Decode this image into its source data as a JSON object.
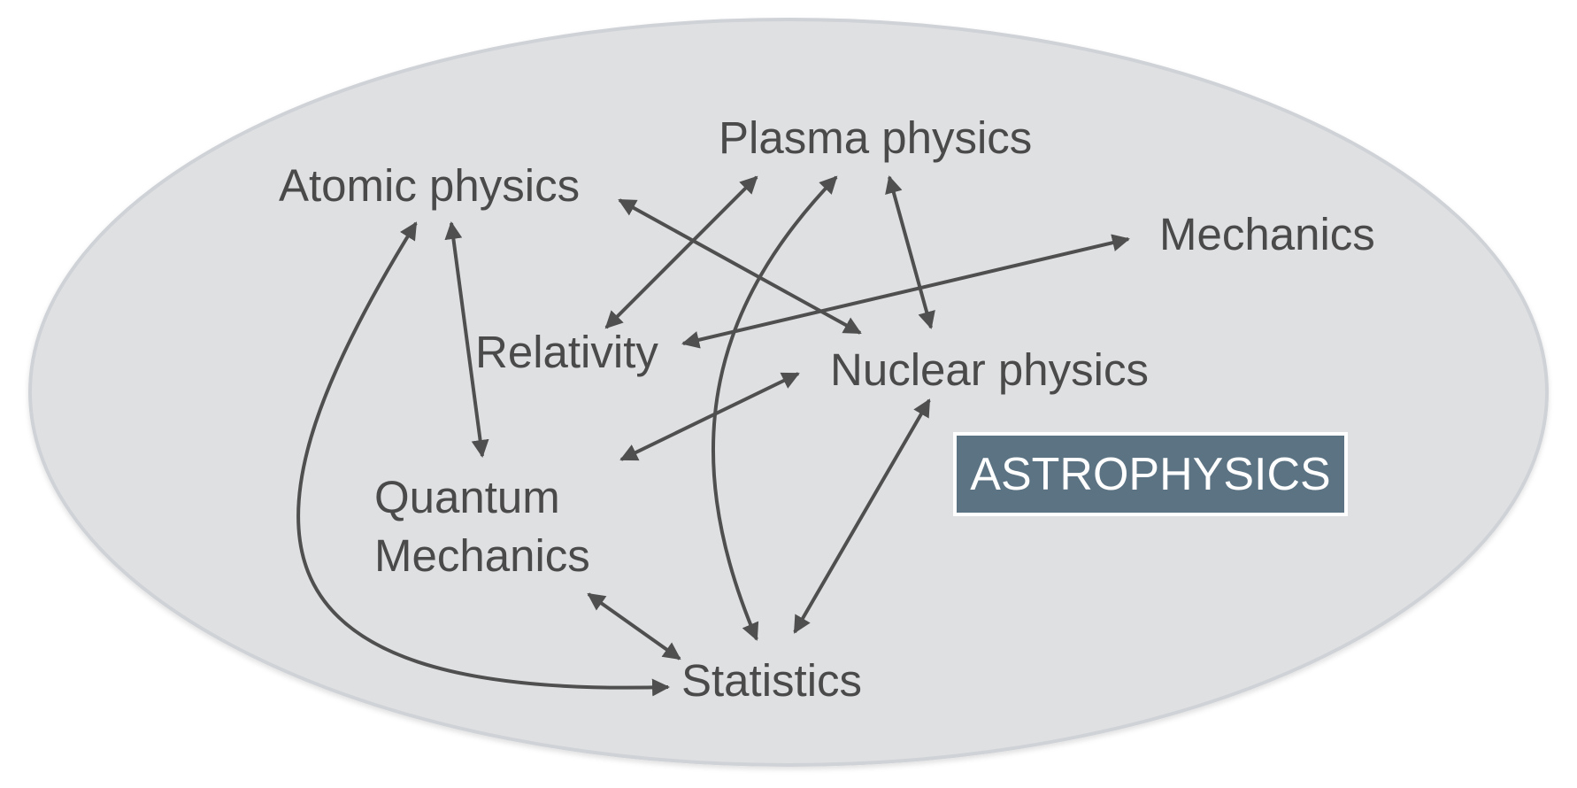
{
  "nodes": {
    "atomic_physics": "Atomic physics",
    "plasma_physics": "Plasma physics",
    "mechanics": "Mechanics",
    "relativity": "Relativity",
    "nuclear_physics": "Nuclear physics",
    "quantum_mechanics_line1": "Quantum",
    "quantum_mechanics_line2": "Mechanics",
    "statistics": "Statistics"
  },
  "title_box": {
    "label": "ASTROPHYSICS"
  },
  "edges": [
    {
      "from": "Plasma physics",
      "to": "Relativity",
      "direction": "both"
    },
    {
      "from": "Plasma physics",
      "to": "Statistics",
      "direction": "both"
    },
    {
      "from": "Plasma physics",
      "to": "Nuclear physics",
      "direction": "both"
    },
    {
      "from": "Atomic physics",
      "to": "Nuclear physics",
      "direction": "both"
    },
    {
      "from": "Atomic physics",
      "to": "Quantum Mechanics",
      "direction": "both"
    },
    {
      "from": "Atomic physics",
      "to": "Statistics",
      "direction": "both"
    },
    {
      "from": "Relativity",
      "to": "Mechanics",
      "direction": "both"
    },
    {
      "from": "Quantum Mechanics",
      "to": "Nuclear physics",
      "direction": "both"
    },
    {
      "from": "Quantum Mechanics",
      "to": "Statistics",
      "direction": "both"
    },
    {
      "from": "Nuclear physics",
      "to": "Statistics",
      "direction": "both"
    }
  ],
  "colors": {
    "ellipse_fill": "#dfe0e2",
    "ellipse_stroke": "#cfd2d6",
    "edge": "#4f4f4f",
    "text": "#4a4a4a",
    "title_box_fill": "#5c7383",
    "title_box_border": "#ffffff"
  }
}
